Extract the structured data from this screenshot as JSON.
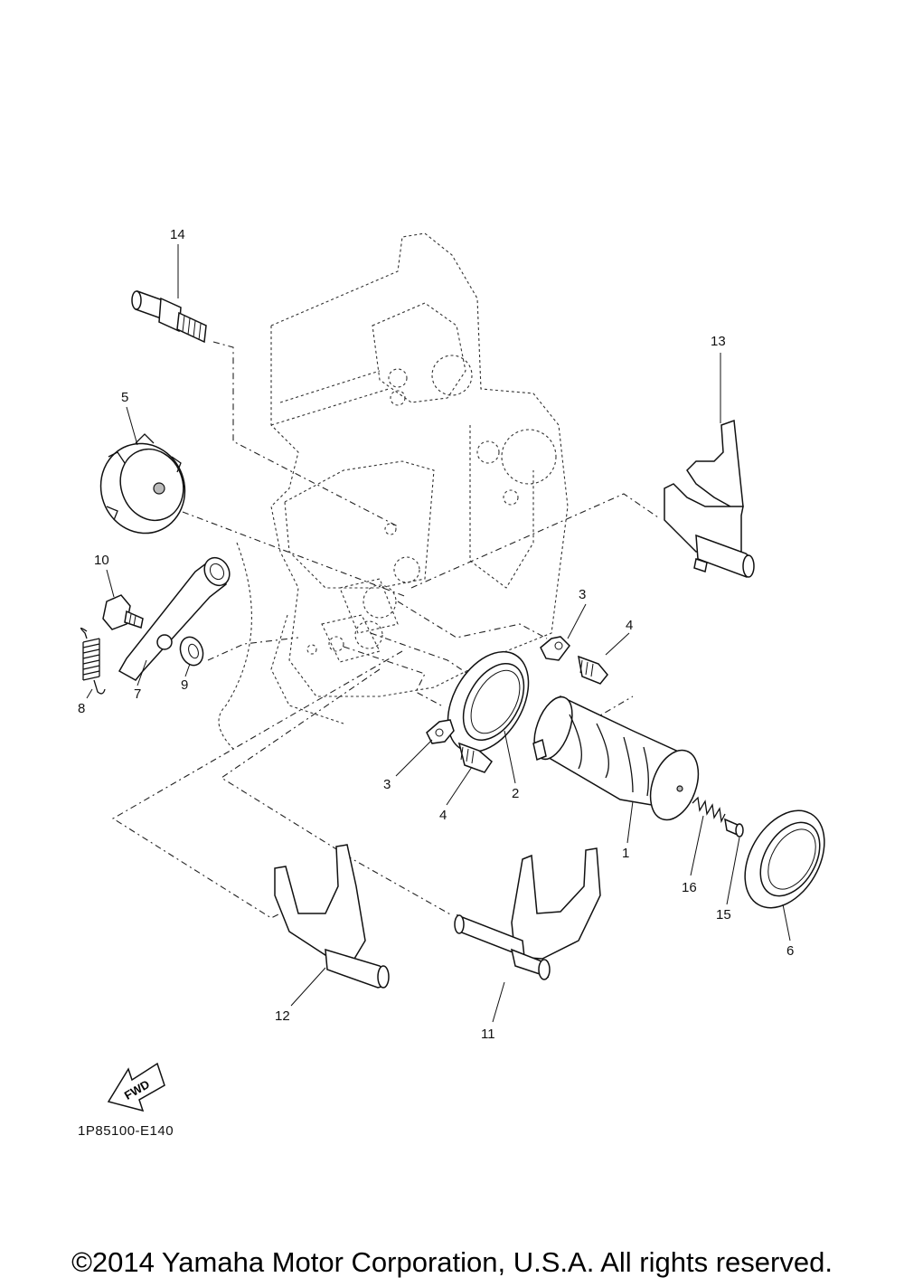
{
  "labels": {
    "p1": "1",
    "p2": "2",
    "p3a": "3",
    "p3b": "3",
    "p4a": "4",
    "p4b": "4",
    "p5": "5",
    "p6": "6",
    "p7": "7",
    "p8": "8",
    "p9": "9",
    "p10": "10",
    "p11": "11",
    "p12": "12",
    "p13": "13",
    "p14": "14",
    "p15": "15",
    "p16": "16"
  },
  "fwd_arrow": "FWD",
  "diagram_code": "1P85100-E140",
  "copyright": "©2014 Yamaha Motor Corporation, U.S.A. All rights reserved."
}
